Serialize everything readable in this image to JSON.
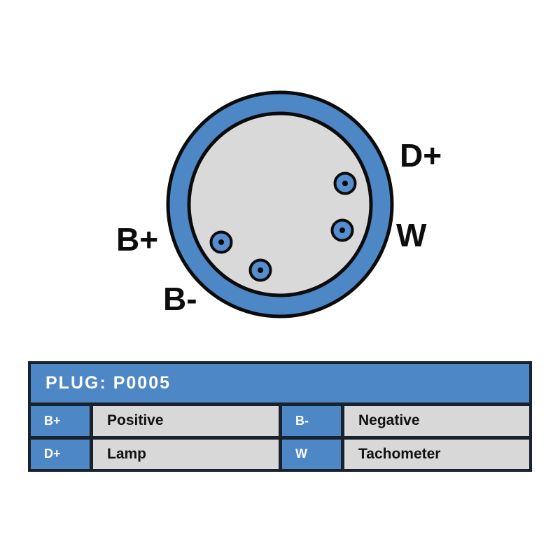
{
  "diagram": {
    "name": "connector pinout diagram",
    "pin_labels": [
      {
        "id": "dplus",
        "text": "D+"
      },
      {
        "id": "w",
        "text": "W"
      },
      {
        "id": "bplus",
        "text": "B+"
      },
      {
        "id": "bminus",
        "text": "B-"
      }
    ],
    "pin_count": 4
  },
  "table": {
    "title": "PLUG: P0005",
    "cells": [
      {
        "label": "B+",
        "value": "Positive"
      },
      {
        "label": "B-",
        "value": "Negative"
      },
      {
        "label": "D+",
        "value": "Lamp"
      },
      {
        "label": "W",
        "value": "Tachometer"
      }
    ]
  },
  "colors": {
    "ring_blue": "#4d87c6",
    "pin_blue": "#558dcf",
    "face_gray": "#d9d9d9",
    "cell_gray": "#d8d8d8",
    "table_frame": "#1a222e",
    "outline_black": "#0b0b0b",
    "label_text": "#0d0d0d",
    "header_text": "#ffffff"
  }
}
